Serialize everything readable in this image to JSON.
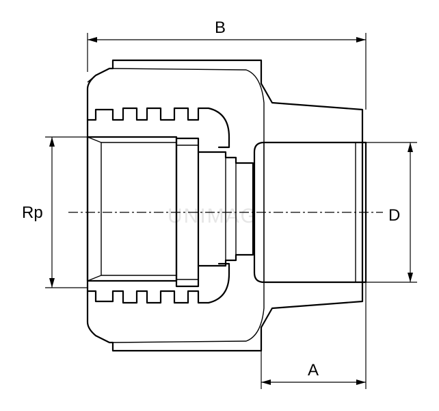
{
  "labels": {
    "overall_length": "B",
    "thread_size": "Rp",
    "pipe_diameter": "D",
    "socket_depth": "A"
  },
  "watermark": "UNIMAG",
  "colors": {
    "line": "#000000",
    "background": "#ffffff"
  }
}
